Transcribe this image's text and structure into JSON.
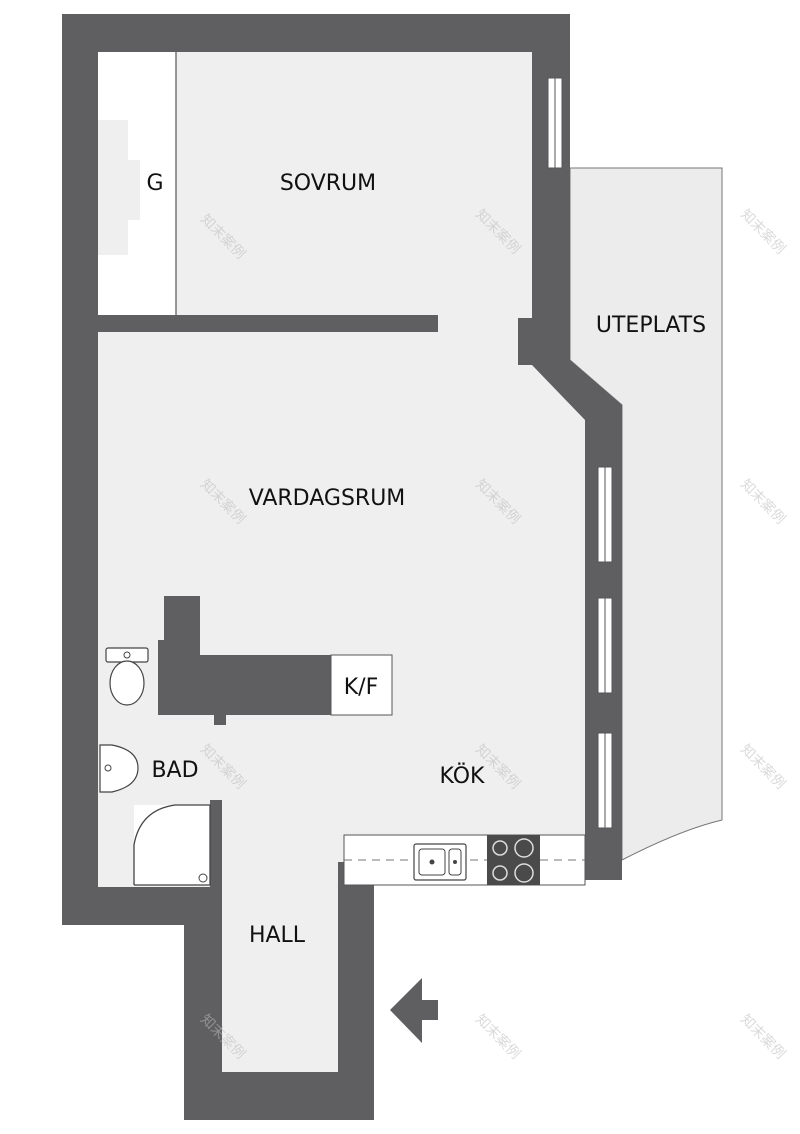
{
  "colors": {
    "wall": "#5f5f62",
    "floor": "#efefef",
    "white": "#ffffff",
    "line": "#555555",
    "terrace": "#ececec"
  },
  "rooms": {
    "garderob": "G",
    "bedroom": "SOVRUM",
    "terrace": "UTEPLATS",
    "living": "VARDAGSRUM",
    "fridge": "K/F",
    "bath": "BAD",
    "kitchen": "KÖK",
    "hall": "HALL"
  },
  "watermark": "知末案例",
  "icons": {
    "entrance": "entrance-arrow-icon",
    "toilet": "toilet-icon",
    "sink": "washbasin-icon",
    "shower": "shower-icon",
    "kitchen_sink": "kitchen-sink-icon",
    "stove": "stove-icon"
  }
}
